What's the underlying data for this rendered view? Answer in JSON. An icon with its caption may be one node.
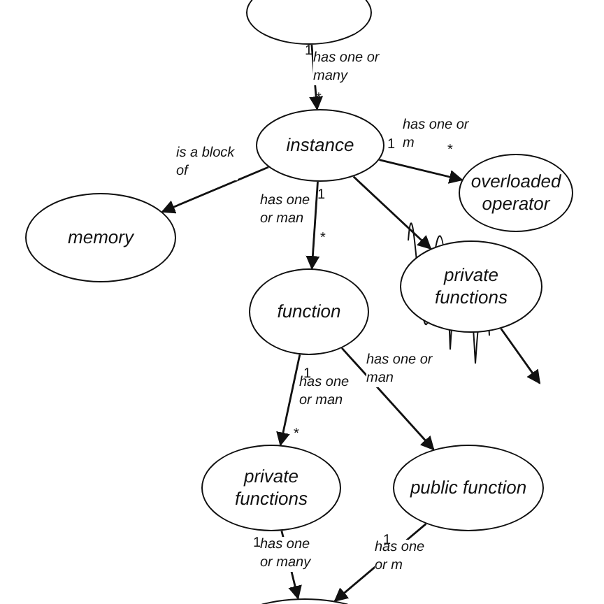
{
  "diagram": {
    "nodes": [
      {
        "text": [],
        "shape": "circle"
      },
      {
        "text": [
          "instance"
        ]
      },
      {
        "text": [
          "memory"
        ]
      },
      {
        "text": [
          "overloaded operator"
        ]
      },
      {
        "text": [
          "private functions"
        ]
      },
      {
        "text": [
          "function"
        ]
      },
      {
        "text": [
          "private functions"
        ]
      },
      {
        "text": [
          "public function"
        ]
      },
      {
        "text": [],
        "shape": "circle"
      }
    ],
    "edges": [
      {
        "from": 0,
        "to": 1,
        "arrow": "to",
        "label": "has one or many"
      },
      {
        "from": 1,
        "to": 2,
        "arrow": "to",
        "label": "is a block of"
      },
      {
        "from": 1,
        "to": 3,
        "arrow": "to",
        "label": "has one or m"
      },
      {
        "from": 1,
        "to": 5,
        "arrow": "to",
        "label": "has one or man"
      },
      {
        "from": 1,
        "to": 4,
        "arrow": "to"
      },
      {
        "from": 4,
        "to": null,
        "arrow": "to"
      },
      {
        "from": 5,
        "to": 6,
        "arrow": "to",
        "label": "has one or man"
      },
      {
        "from": 5,
        "to": 7,
        "arrow": "to",
        "label": "has one or man"
      },
      {
        "from": 6,
        "to": 8,
        "arrow": "to",
        "label": "has one or many"
      },
      {
        "from": 7,
        "to": 8,
        "arrow": "to",
        "label": "has one or m"
      }
    ],
    "labels": [
      "1",
      "*",
      "1",
      "*",
      "1",
      "*",
      "1",
      "*",
      "1",
      "1"
    ]
  }
}
